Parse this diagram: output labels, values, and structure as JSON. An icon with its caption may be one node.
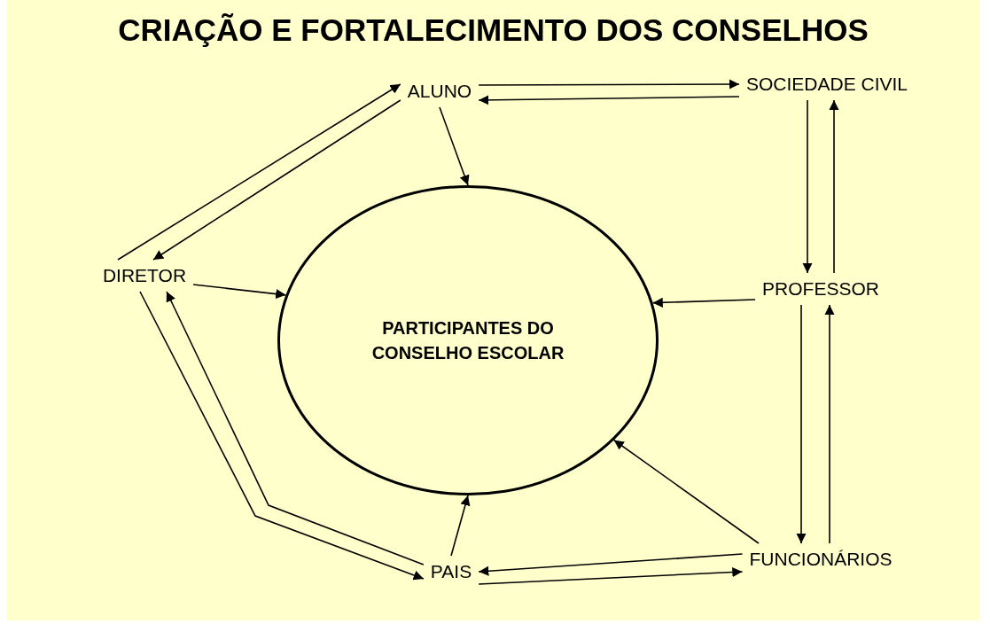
{
  "diagram": {
    "title": "CRIAÇÃO E FORTALECIMENTO DOS CONSELHOS",
    "nodes": [
      {
        "text": [
          "PARTICIPANTES DO CONSELHO ESCOLAR"
        ]
      },
      {
        "text": [
          "ALUNO"
        ]
      },
      {
        "text": [
          "SOCIEDADE CIVIL"
        ]
      },
      {
        "text": [
          "DIRETOR"
        ]
      },
      {
        "text": [
          "PROFESSOR"
        ]
      },
      {
        "text": [
          "PAIS"
        ]
      },
      {
        "text": [
          "FUNCIONÁRIOS"
        ]
      }
    ],
    "edges": [
      {
        "from": 1,
        "to": 2,
        "arrow": "to"
      },
      {
        "from": 2,
        "to": 1,
        "arrow": "to"
      },
      {
        "from": 3,
        "to": 1,
        "arrow": "to"
      },
      {
        "from": 1,
        "to": 3,
        "arrow": "to"
      },
      {
        "from": 1,
        "to": 0,
        "arrow": "to"
      },
      {
        "from": 3,
        "to": 0,
        "arrow": "to"
      },
      {
        "from": 2,
        "to": 4,
        "arrow": "to"
      },
      {
        "from": 4,
        "to": 2,
        "arrow": "to"
      },
      {
        "from": 4,
        "to": 0,
        "arrow": "to"
      },
      {
        "from": 4,
        "to": 6,
        "arrow": "to"
      },
      {
        "from": 6,
        "to": 4,
        "arrow": "to"
      },
      {
        "from": 6,
        "to": 0,
        "arrow": "to"
      },
      {
        "from": 6,
        "to": 5,
        "arrow": "to"
      },
      {
        "from": 5,
        "to": 6,
        "arrow": "to"
      },
      {
        "from": 5,
        "to": 0,
        "arrow": "to"
      },
      {
        "from": 5,
        "to": 3,
        "arrow": "to"
      },
      {
        "from": 3,
        "to": 5,
        "arrow": "to"
      }
    ]
  }
}
